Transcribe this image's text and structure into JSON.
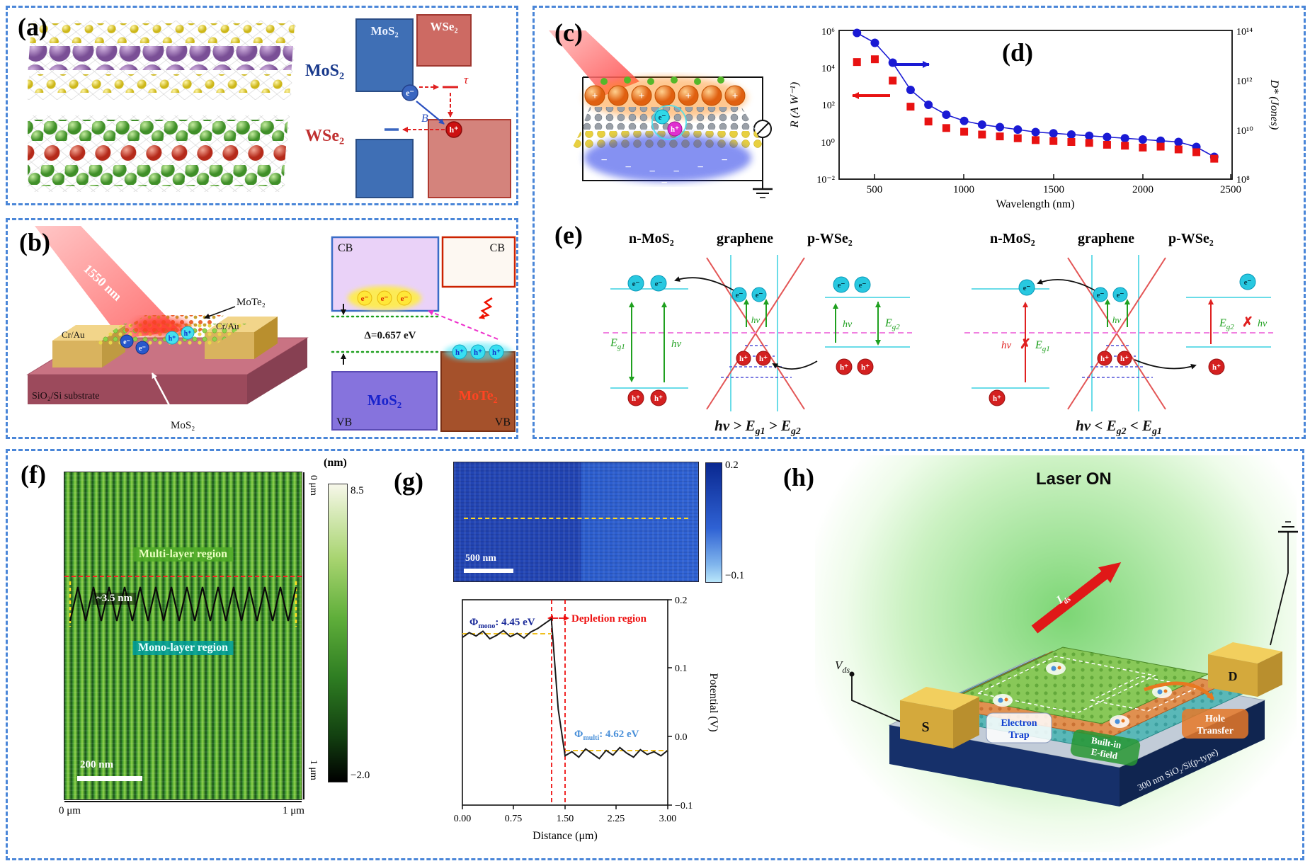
{
  "colors": {
    "frame_dashed": "#4a86d8",
    "series_blue": "#1a1ad4",
    "series_red": "#e81212"
  },
  "panels": {
    "a": {
      "label": "(a)",
      "mos2": "MoS₂",
      "wse2": "WSe₂",
      "band": {
        "mos2": "MoS₂",
        "wse2": "WSe₂",
        "electron": "e⁻",
        "hole": "h⁺",
        "tau": "τ",
        "b": "B"
      }
    },
    "b": {
      "label": "(b)",
      "laser": "1550 nm",
      "crau": "Cr/Au",
      "mote2": "MoTe₂",
      "mos2": "MoS₂",
      "substrate": "SiO₂/Si substrate",
      "band": {
        "cb": "CB",
        "delta": "Δ=0.657 eV",
        "electron": "e⁻",
        "hole": "h⁺",
        "mos2": "MoS₂",
        "mote2": "MoTe₂",
        "vb": "VB"
      }
    },
    "c": {
      "label": "(c)",
      "plus": "+",
      "minus": "−",
      "electron": "e⁻",
      "hole": "h⁺"
    },
    "d": {
      "label": "(d)",
      "ylabel_left": "R (A W⁻¹)",
      "ylabel_right": "D* (Jones)",
      "xlabel": "Wavelength (nm)",
      "xticks": [
        "500",
        "1000",
        "1500",
        "2000",
        "2500"
      ],
      "yticks_left": [
        "10⁶",
        "10⁴",
        "10²",
        "10⁰",
        "10⁻²"
      ],
      "yticks_right": [
        "10¹⁴",
        "10¹²",
        "10¹⁰",
        "10⁸"
      ]
    },
    "e": {
      "label": "(e)",
      "title_n": "n-MoS₂",
      "title_g": "graphene",
      "title_p": "p-WSe₂",
      "hv": "hν",
      "cross": "✗",
      "e_base": "E",
      "g1_sub": "g1",
      "g2_sub": "g2",
      "electron": "e⁻",
      "hole": "h⁺",
      "cap_left": {
        "p1": "hν > ",
        "p2": " > "
      },
      "cap_right": {
        "p1": "hν < ",
        "p2": " < "
      }
    },
    "f": {
      "label": "(f)",
      "multi": "Multi-layer region",
      "height": "~3.5 nm",
      "mono": "Mono-layer region",
      "scalebar": "200 nm",
      "x0": "0 μm",
      "x1": "1 μm",
      "y0": "0 μm",
      "y1": "1 μm",
      "cbar_unit": "(nm)",
      "cbar_max": "8.5",
      "cbar_min": "−2.0"
    },
    "g": {
      "label": "(g)",
      "scalebar": "500 nm",
      "cbar_max": "0.2",
      "cbar_min": "−0.1",
      "phi_mono": {
        "base": "Φ",
        "sub": "mono",
        "value": ": 4.45 eV"
      },
      "phi_multi": {
        "base": "Φ",
        "sub": "multi",
        "value": ": 4.62 eV"
      },
      "depletion": "Depletion region",
      "ylabel": "Potential (V)",
      "yticks": [
        "0.2",
        "0.1",
        "0.0",
        "−0.1"
      ],
      "xticks": [
        "0.00",
        "0.75",
        "1.50",
        "2.25",
        "3.00"
      ],
      "xlabel": "Distance (μm)"
    },
    "h": {
      "label": "(h)",
      "laser_on": "Laser ON",
      "ids": {
        "base": "I",
        "sub": "ds"
      },
      "vds": {
        "base": "V",
        "sub": "ds"
      },
      "source": "S",
      "drain": "D",
      "etrap": {
        "l1": "Electron",
        "l2": "Trap"
      },
      "efield": {
        "l1": "Built-in",
        "l2": "E-field"
      },
      "htrans": {
        "l1": "Hole",
        "l2": "Transfer"
      },
      "substrate": "300 nm SiO₂/Si(p-type)"
    }
  },
  "chart_data": [
    {
      "type": "scatter",
      "panel": "d",
      "xlabel": "Wavelength (nm)",
      "ylabel_left": "R (A W⁻¹)",
      "ylabel_right": "D* (Jones)",
      "x_range_nm": [
        300,
        2500
      ],
      "ylog_left_range": [
        -2,
        6
      ],
      "ylog_right_range": [
        8,
        14
      ],
      "legend_position": "none",
      "grid": false,
      "series": [
        {
          "name": "Detectivity D* (blue circles)",
          "marker": "circle",
          "color": "#1a1ad4",
          "axis": "right",
          "line": true,
          "x": [
            400,
            500,
            600,
            700,
            800,
            900,
            1000,
            1100,
            1200,
            1300,
            1400,
            1500,
            1600,
            1700,
            1800,
            1900,
            2000,
            2100,
            2200,
            2300,
            2400
          ],
          "log10_y": [
            13.9,
            13.5,
            12.7,
            11.6,
            11.0,
            10.6,
            10.35,
            10.2,
            10.1,
            10.0,
            9.9,
            9.85,
            9.8,
            9.75,
            9.7,
            9.65,
            9.6,
            9.55,
            9.5,
            9.3,
            8.9
          ]
        },
        {
          "name": "Responsivity R (red squares)",
          "marker": "square",
          "color": "#e81212",
          "axis": "left",
          "line": false,
          "x": [
            400,
            500,
            600,
            700,
            800,
            900,
            1000,
            1100,
            1200,
            1300,
            1400,
            1500,
            1600,
            1700,
            1800,
            1900,
            2000,
            2100,
            2200,
            2300,
            2400
          ],
          "log10_y": [
            4.3,
            4.45,
            3.3,
            1.9,
            1.1,
            0.75,
            0.55,
            0.4,
            0.3,
            0.2,
            0.1,
            0.05,
            0.0,
            -0.05,
            -0.15,
            -0.2,
            -0.3,
            -0.25,
            -0.4,
            -0.55,
            -0.9
          ]
        }
      ]
    },
    {
      "type": "line",
      "panel": "g",
      "xlabel": "Distance (μm)",
      "ylabel": "Potential (V)",
      "xlim": [
        0,
        3
      ],
      "ylim": [
        -0.1,
        0.2
      ],
      "x": [
        0,
        0.1,
        0.2,
        0.3,
        0.4,
        0.5,
        0.6,
        0.7,
        0.8,
        0.9,
        1.0,
        1.1,
        1.2,
        1.3,
        1.4,
        1.5,
        1.6,
        1.7,
        1.8,
        1.9,
        2.0,
        2.1,
        2.2,
        2.3,
        2.4,
        2.5,
        2.6,
        2.7,
        2.8,
        2.9,
        3.0
      ],
      "y": [
        0.145,
        0.152,
        0.147,
        0.154,
        0.143,
        0.148,
        0.155,
        0.146,
        0.151,
        0.144,
        0.153,
        0.158,
        0.165,
        0.172,
        0.04,
        -0.028,
        -0.022,
        -0.03,
        -0.018,
        -0.025,
        -0.032,
        -0.02,
        -0.027,
        -0.016,
        -0.024,
        -0.03,
        -0.019,
        -0.026,
        -0.022,
        -0.028,
        -0.02
      ],
      "annotations": {
        "phi_mono_eV": 4.45,
        "phi_multi_eV": 4.62,
        "depletion_x_range": [
          1.3,
          1.5
        ]
      }
    }
  ]
}
